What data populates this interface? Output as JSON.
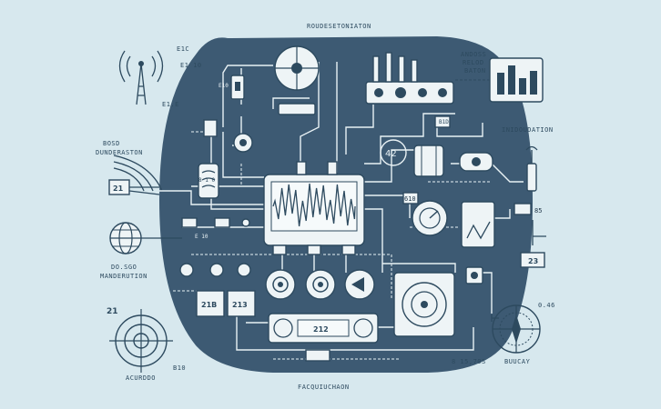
{
  "labels": {
    "top_center": "ROUDESETONIATON",
    "top_right": [
      "ANDOSS",
      "RELOD",
      "BATON"
    ],
    "right_mid": "INIDOUDATION",
    "left_upper": [
      "BOSD",
      "DUNDERASTON"
    ],
    "left_mid": [
      "DO.SGO",
      "MANDERUTION"
    ],
    "bottom_left": "ACURDDO",
    "bottom_center": "FACQUIUCHAON",
    "bottom_right": "BUUCAY",
    "bottom_right_small": "8 15,70S",
    "top_left_small_1": "E1C",
    "top_left_small_2": "E1 10",
    "top_left_small_3": "E1.E",
    "left_small_4": "E10",
    "left_small_5": "E 10",
    "ctrl_small": "B1D",
    "bottom_small": "B10",
    "mid_small": "8 1 0"
  },
  "numbers": {
    "left_box": "21",
    "left_far": "21",
    "center_display": "212",
    "module_a": "21B",
    "module_b": "213",
    "right_panel": "23",
    "right_small": "85",
    "right_side": "0.46",
    "dial_value": "42",
    "mid_box": "610"
  },
  "colors": {
    "background": "#d7e8ee",
    "board": "#3d5a73",
    "line": "#e8f1f4",
    "ink": "#2d4a5f"
  },
  "icons": [
    "antenna-tower-icon",
    "radio-waves-icon",
    "globe-icon",
    "crosshair-target-icon",
    "oscilloscope-icon",
    "bar-chart-monitor-icon",
    "dial-gauge-icon",
    "speaker-icon",
    "compass-icon",
    "connector-icon"
  ]
}
